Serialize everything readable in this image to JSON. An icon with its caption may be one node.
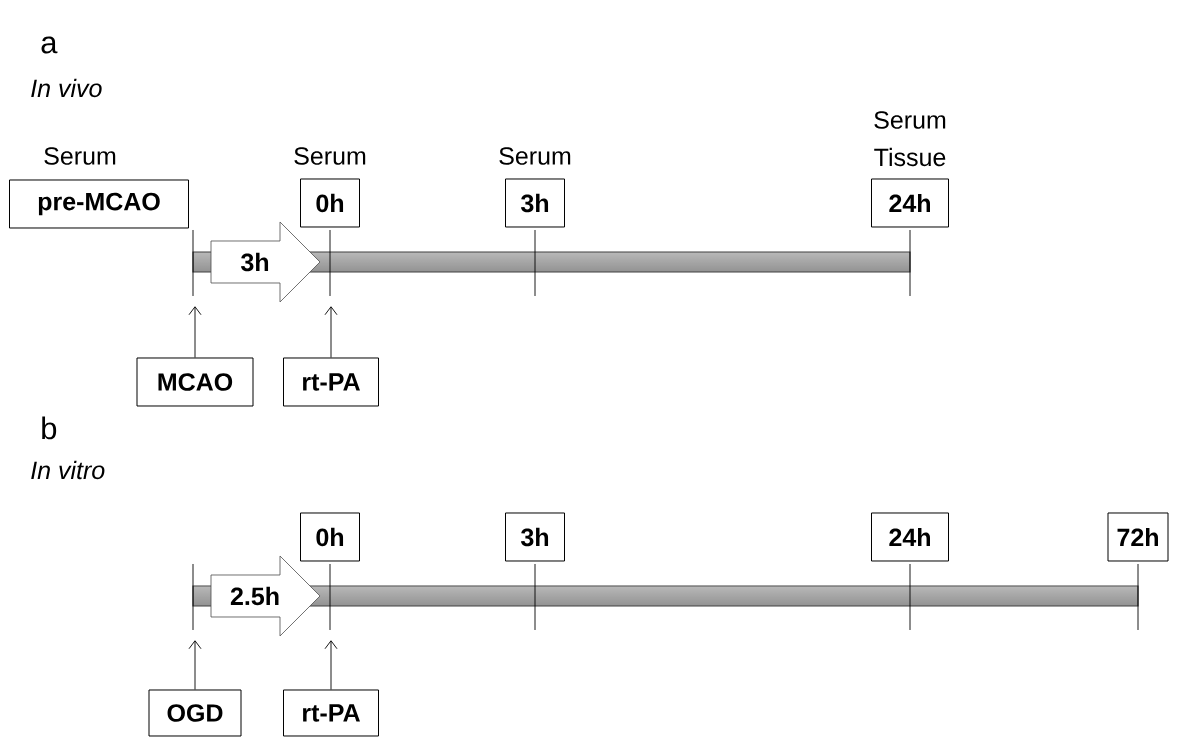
{
  "diagram": {
    "nodes": [
      {
        "text": [
          "pre-MCAO"
        ],
        "beside": [
          "Serum"
        ]
      },
      {
        "text": [
          "0h"
        ],
        "beside": [
          "Serum"
        ]
      },
      {
        "text": [
          "3h"
        ],
        "beside": [
          "Serum"
        ]
      },
      {
        "text": [
          "24h"
        ],
        "beside": [
          "Serum",
          "Tissue"
        ]
      },
      {
        "text": [
          "3h"
        ]
      },
      {
        "text": [
          "MCAO"
        ]
      },
      {
        "text": [
          "rt-PA"
        ]
      },
      {
        "text": [
          "0h"
        ]
      },
      {
        "text": [
          "3h"
        ]
      },
      {
        "text": [
          "24h"
        ]
      },
      {
        "text": [
          "72h"
        ]
      },
      {
        "text": [
          "2.5h"
        ]
      },
      {
        "text": [
          "OGD"
        ]
      },
      {
        "text": [
          "rt-PA"
        ]
      }
    ],
    "edges": [
      {
        "from": 5,
        "to": null,
        "arrow": "to"
      },
      {
        "from": 6,
        "to": null,
        "arrow": "to"
      },
      {
        "from": 12,
        "to": null,
        "arrow": "to"
      },
      {
        "from": 13,
        "to": null,
        "arrow": "to"
      }
    ],
    "labels": [
      "a",
      "In vivo",
      "b",
      "In vitro"
    ]
  }
}
